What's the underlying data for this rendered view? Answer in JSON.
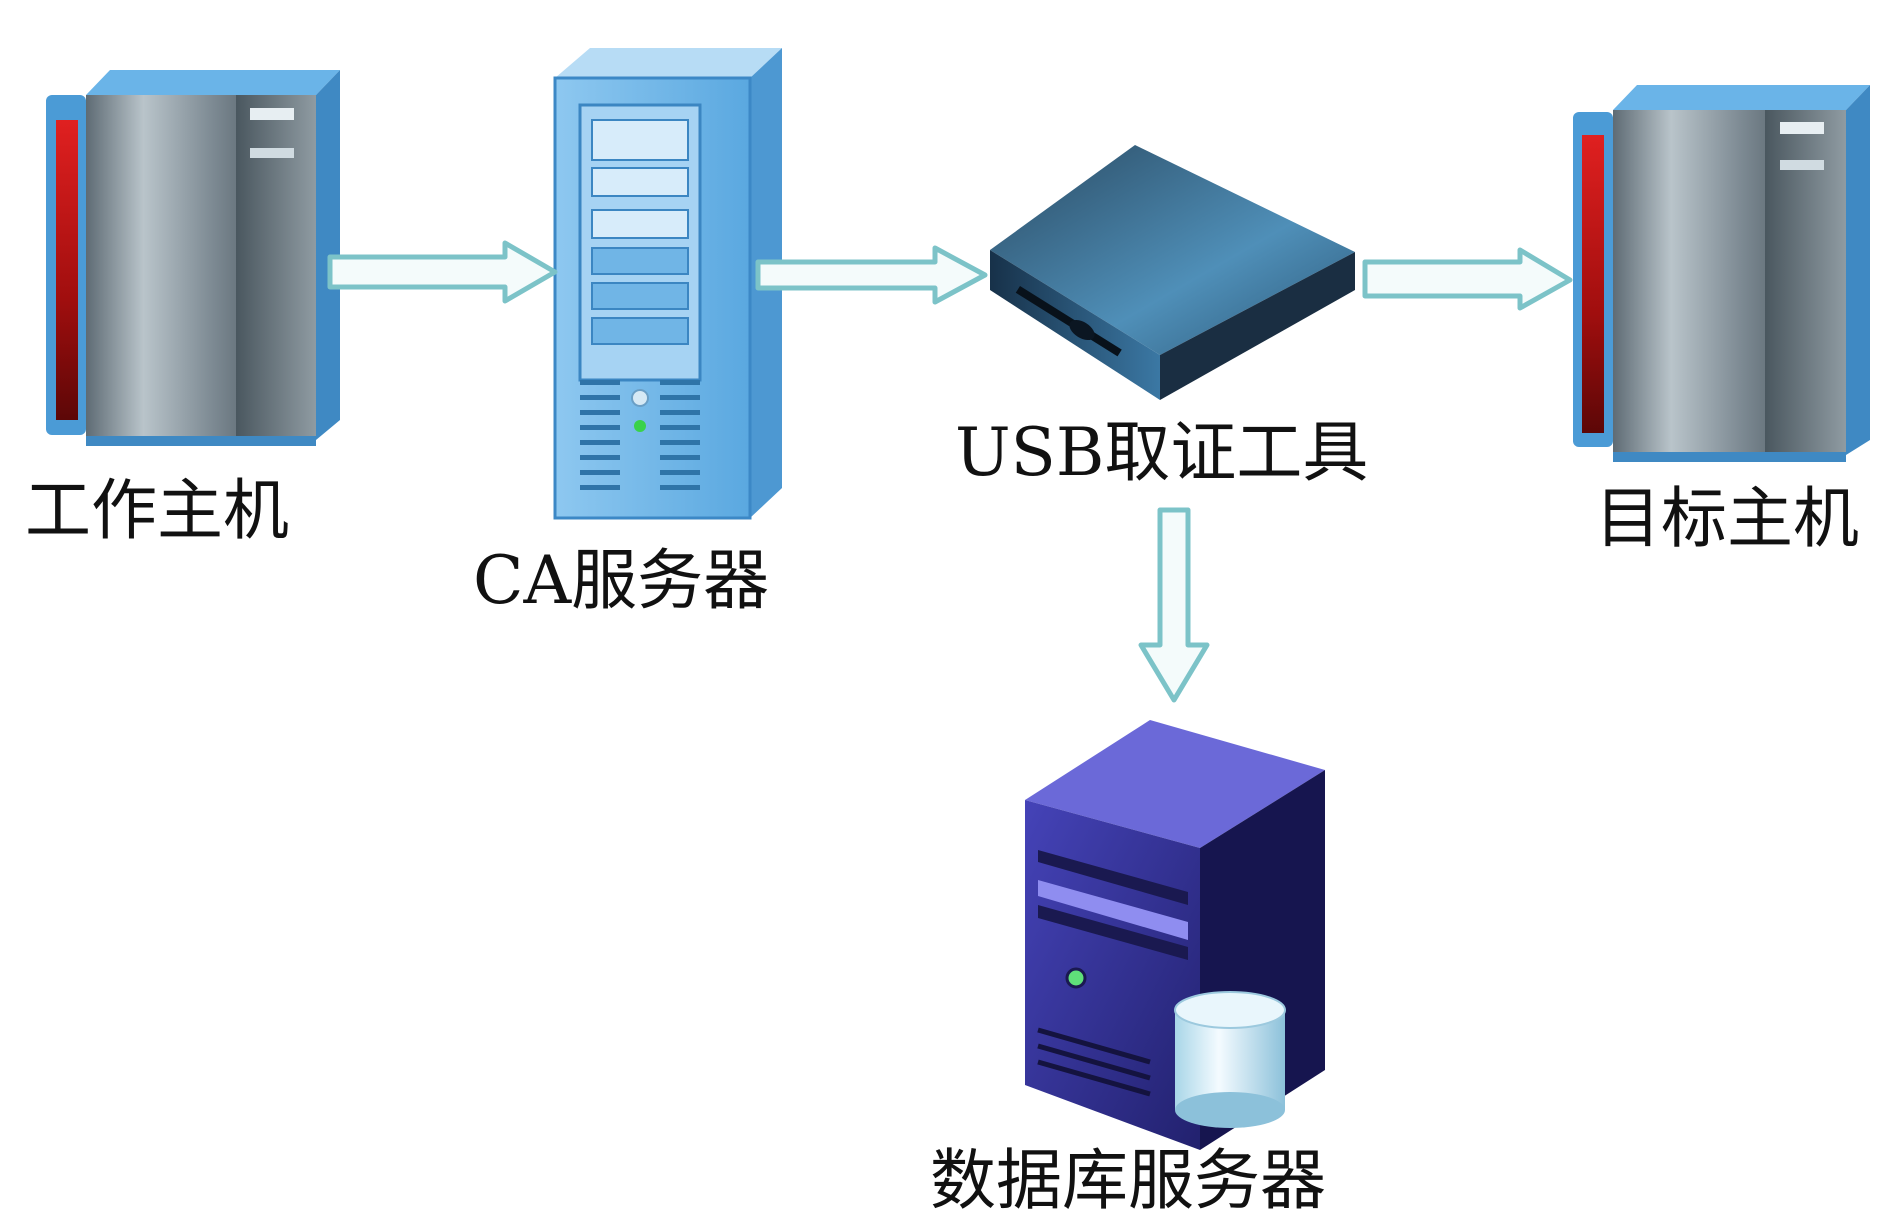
{
  "nodes": {
    "work_host": {
      "label": "工作主机",
      "icon": "tower-host-icon"
    },
    "ca_server": {
      "label": "CA服务器",
      "icon": "server-icon"
    },
    "usb_tool": {
      "label": "USB取证工具",
      "icon": "usb-device-icon"
    },
    "target_host": {
      "label": "目标主机",
      "icon": "tower-host-icon"
    },
    "db_server": {
      "label": "数据库服务器",
      "icon": "database-server-icon"
    }
  },
  "edges": [
    {
      "from": "工作主机",
      "to": "CA服务器"
    },
    {
      "from": "CA服务器",
      "to": "USB取证工具"
    },
    {
      "from": "USB取证工具",
      "to": "目标主机"
    },
    {
      "from": "USB取证工具",
      "to": "数据库服务器"
    }
  ],
  "colors": {
    "arrow_fill": "#f4fbfb",
    "arrow_stroke": "#7cc3c8",
    "ca_blue": "#5aa8e0",
    "db_navy": "#2b2a8c",
    "host_red": "#c81818"
  }
}
